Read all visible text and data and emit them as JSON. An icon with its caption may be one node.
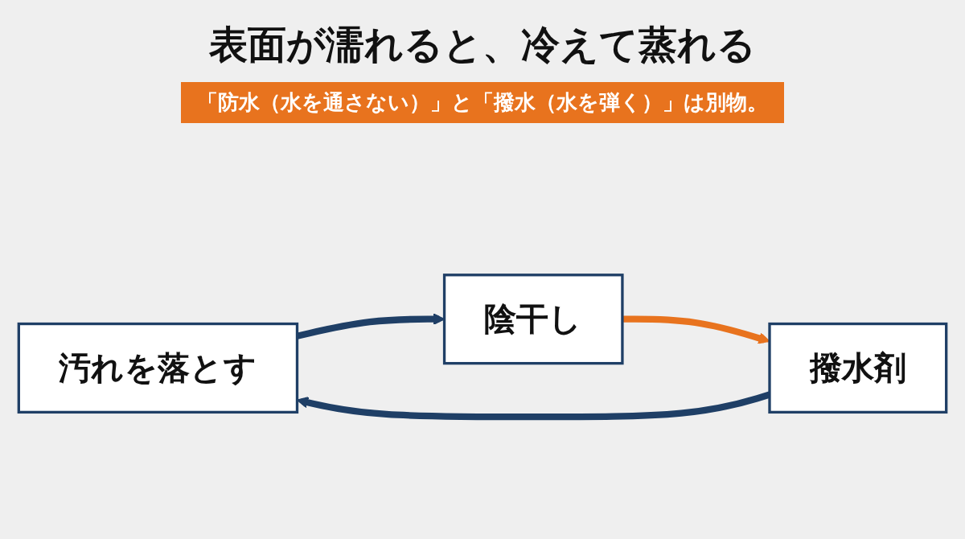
{
  "diagram": {
    "title": "表面が濡れると、冷えて蒸れる",
    "nodes": [
      {
        "text": [
          "汚れを落とす"
        ]
      },
      {
        "text": [
          "陰干し"
        ]
      },
      {
        "text": [
          "撥水剤"
        ]
      }
    ],
    "edges": [
      {
        "from": 0,
        "to": 1,
        "arrow": "to"
      },
      {
        "from": 1,
        "to": 2,
        "arrow": "to",
        "color": "#e8731e"
      },
      {
        "from": 2,
        "to": 0,
        "arrow": "to"
      }
    ],
    "labels": [
      "「防水（水を通さない）」と「撥水（水を弾く）」は別物。"
    ]
  }
}
